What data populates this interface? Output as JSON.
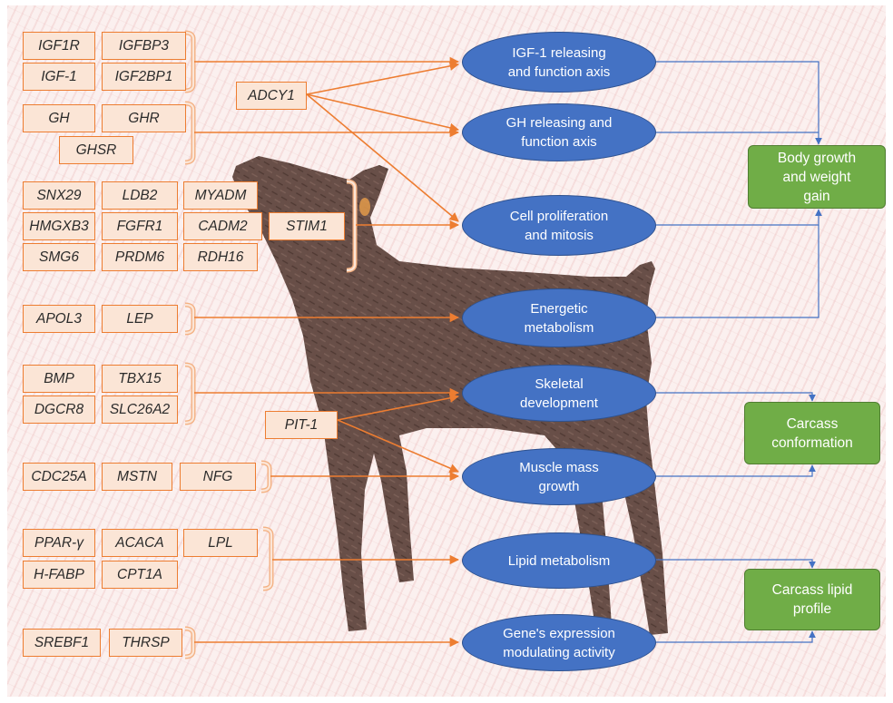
{
  "gene_groups": [
    {
      "genes": [
        "IGF1R",
        "IGFBP3",
        "IGF-1",
        "IGF2BP1"
      ]
    },
    {
      "genes": [
        "GH",
        "GHR",
        "GHSR"
      ]
    },
    {
      "genes": [
        "SNX29",
        "LDB2",
        "MYADM",
        "HMGXB3",
        "FGFR1",
        "CADM2",
        "STIM1",
        "SMG6",
        "PRDM6",
        "RDH16"
      ]
    },
    {
      "genes": [
        "APOL3",
        "LEP"
      ]
    },
    {
      "genes": [
        "BMP",
        "TBX15",
        "DGCR8",
        "SLC26A2"
      ]
    },
    {
      "genes": [
        "CDC25A",
        "MSTN",
        "NFG"
      ]
    },
    {
      "genes": [
        "PPAR-γ",
        "ACACA",
        "LPL",
        "H-FABP",
        "CPT1A"
      ]
    },
    {
      "genes": [
        "SREBF1",
        "THRSP"
      ]
    }
  ],
  "regulators": [
    "ADCY1",
    "PIT-1"
  ],
  "pathways": [
    {
      "lines": [
        "IGF-1 releasing",
        "and function axis"
      ]
    },
    {
      "lines": [
        "GH releasing and",
        "function axis"
      ]
    },
    {
      "lines": [
        "Cell proliferation",
        "and mitosis"
      ]
    },
    {
      "lines": [
        "Energetic",
        "metabolism"
      ]
    },
    {
      "lines": [
        "Skeletal",
        "development"
      ]
    },
    {
      "lines": [
        "Muscle mass",
        "growth"
      ]
    },
    {
      "lines": [
        "Lipid metabolism"
      ]
    },
    {
      "lines": [
        "Gene's expression",
        "modulating activity"
      ]
    }
  ],
  "outcomes": [
    {
      "lines": [
        "Body growth",
        "and weight",
        "gain"
      ]
    },
    {
      "lines": [
        "Carcass",
        "conformation"
      ]
    },
    {
      "lines": [
        "Carcass lipid",
        "profile"
      ]
    }
  ],
  "colors": {
    "gene_border": "#ED7D31",
    "gene_fill": "#FBE5D6",
    "pathway_fill": "#4472C4",
    "outcome_fill": "#70AD47",
    "influence_arrow": "#ED7D31",
    "outcome_arrow": "#4472C4",
    "goat": "#5b4139"
  }
}
